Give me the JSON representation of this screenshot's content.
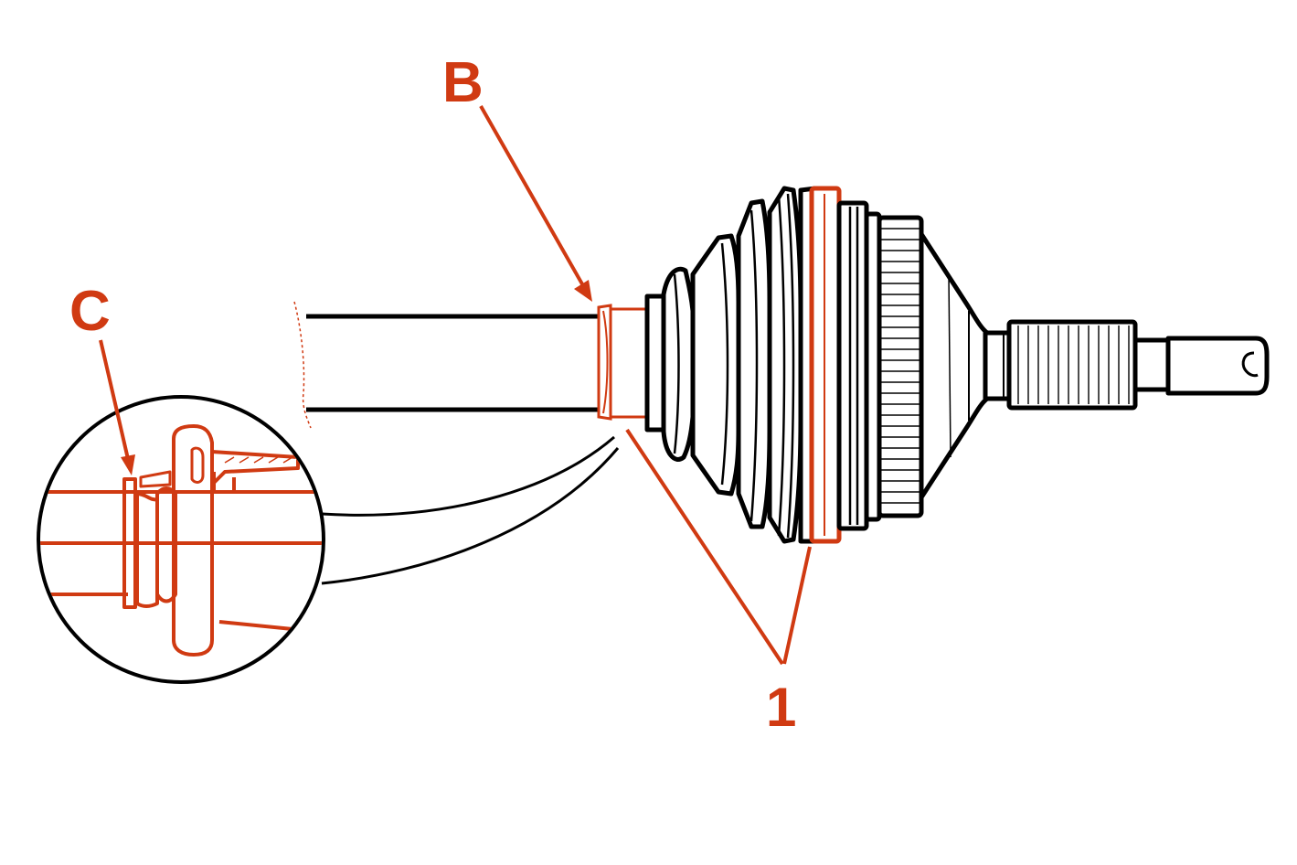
{
  "labels": {
    "b": "B",
    "c": "C",
    "one": "1"
  },
  "colors": {
    "accent": "#d03a12",
    "ink": "#000000",
    "background": "#ffffff"
  }
}
